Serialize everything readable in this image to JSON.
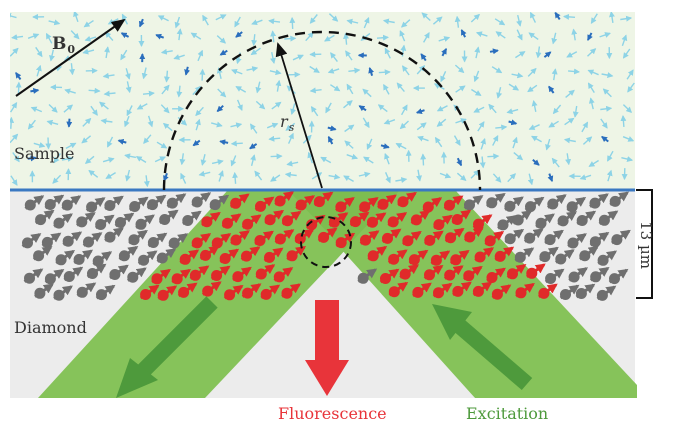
{
  "labels": {
    "sample": "Sample",
    "diamond": "Diamond",
    "field_symbol": "B",
    "field_subscript": "0",
    "radius_symbol": "r",
    "radius_subscript": "s",
    "depth": "13 µm",
    "fluorescence": "Fluorescence",
    "excitation": "Excitation"
  },
  "colors": {
    "sample_bg": "#eef5e6",
    "diamond_bg": "#ececec",
    "surface_line": "#3a78c2",
    "laser_green": "#86c35a",
    "arrow_green": "#4e9a3c",
    "fluorescence_red": "#e8343a",
    "excitation_text": "#4e9a3c",
    "spin_light": "#8dd3e6",
    "spin_dark": "#2a6ebd",
    "nv_gray": "#6f6f6f",
    "nv_red": "#e02a2a"
  }
}
